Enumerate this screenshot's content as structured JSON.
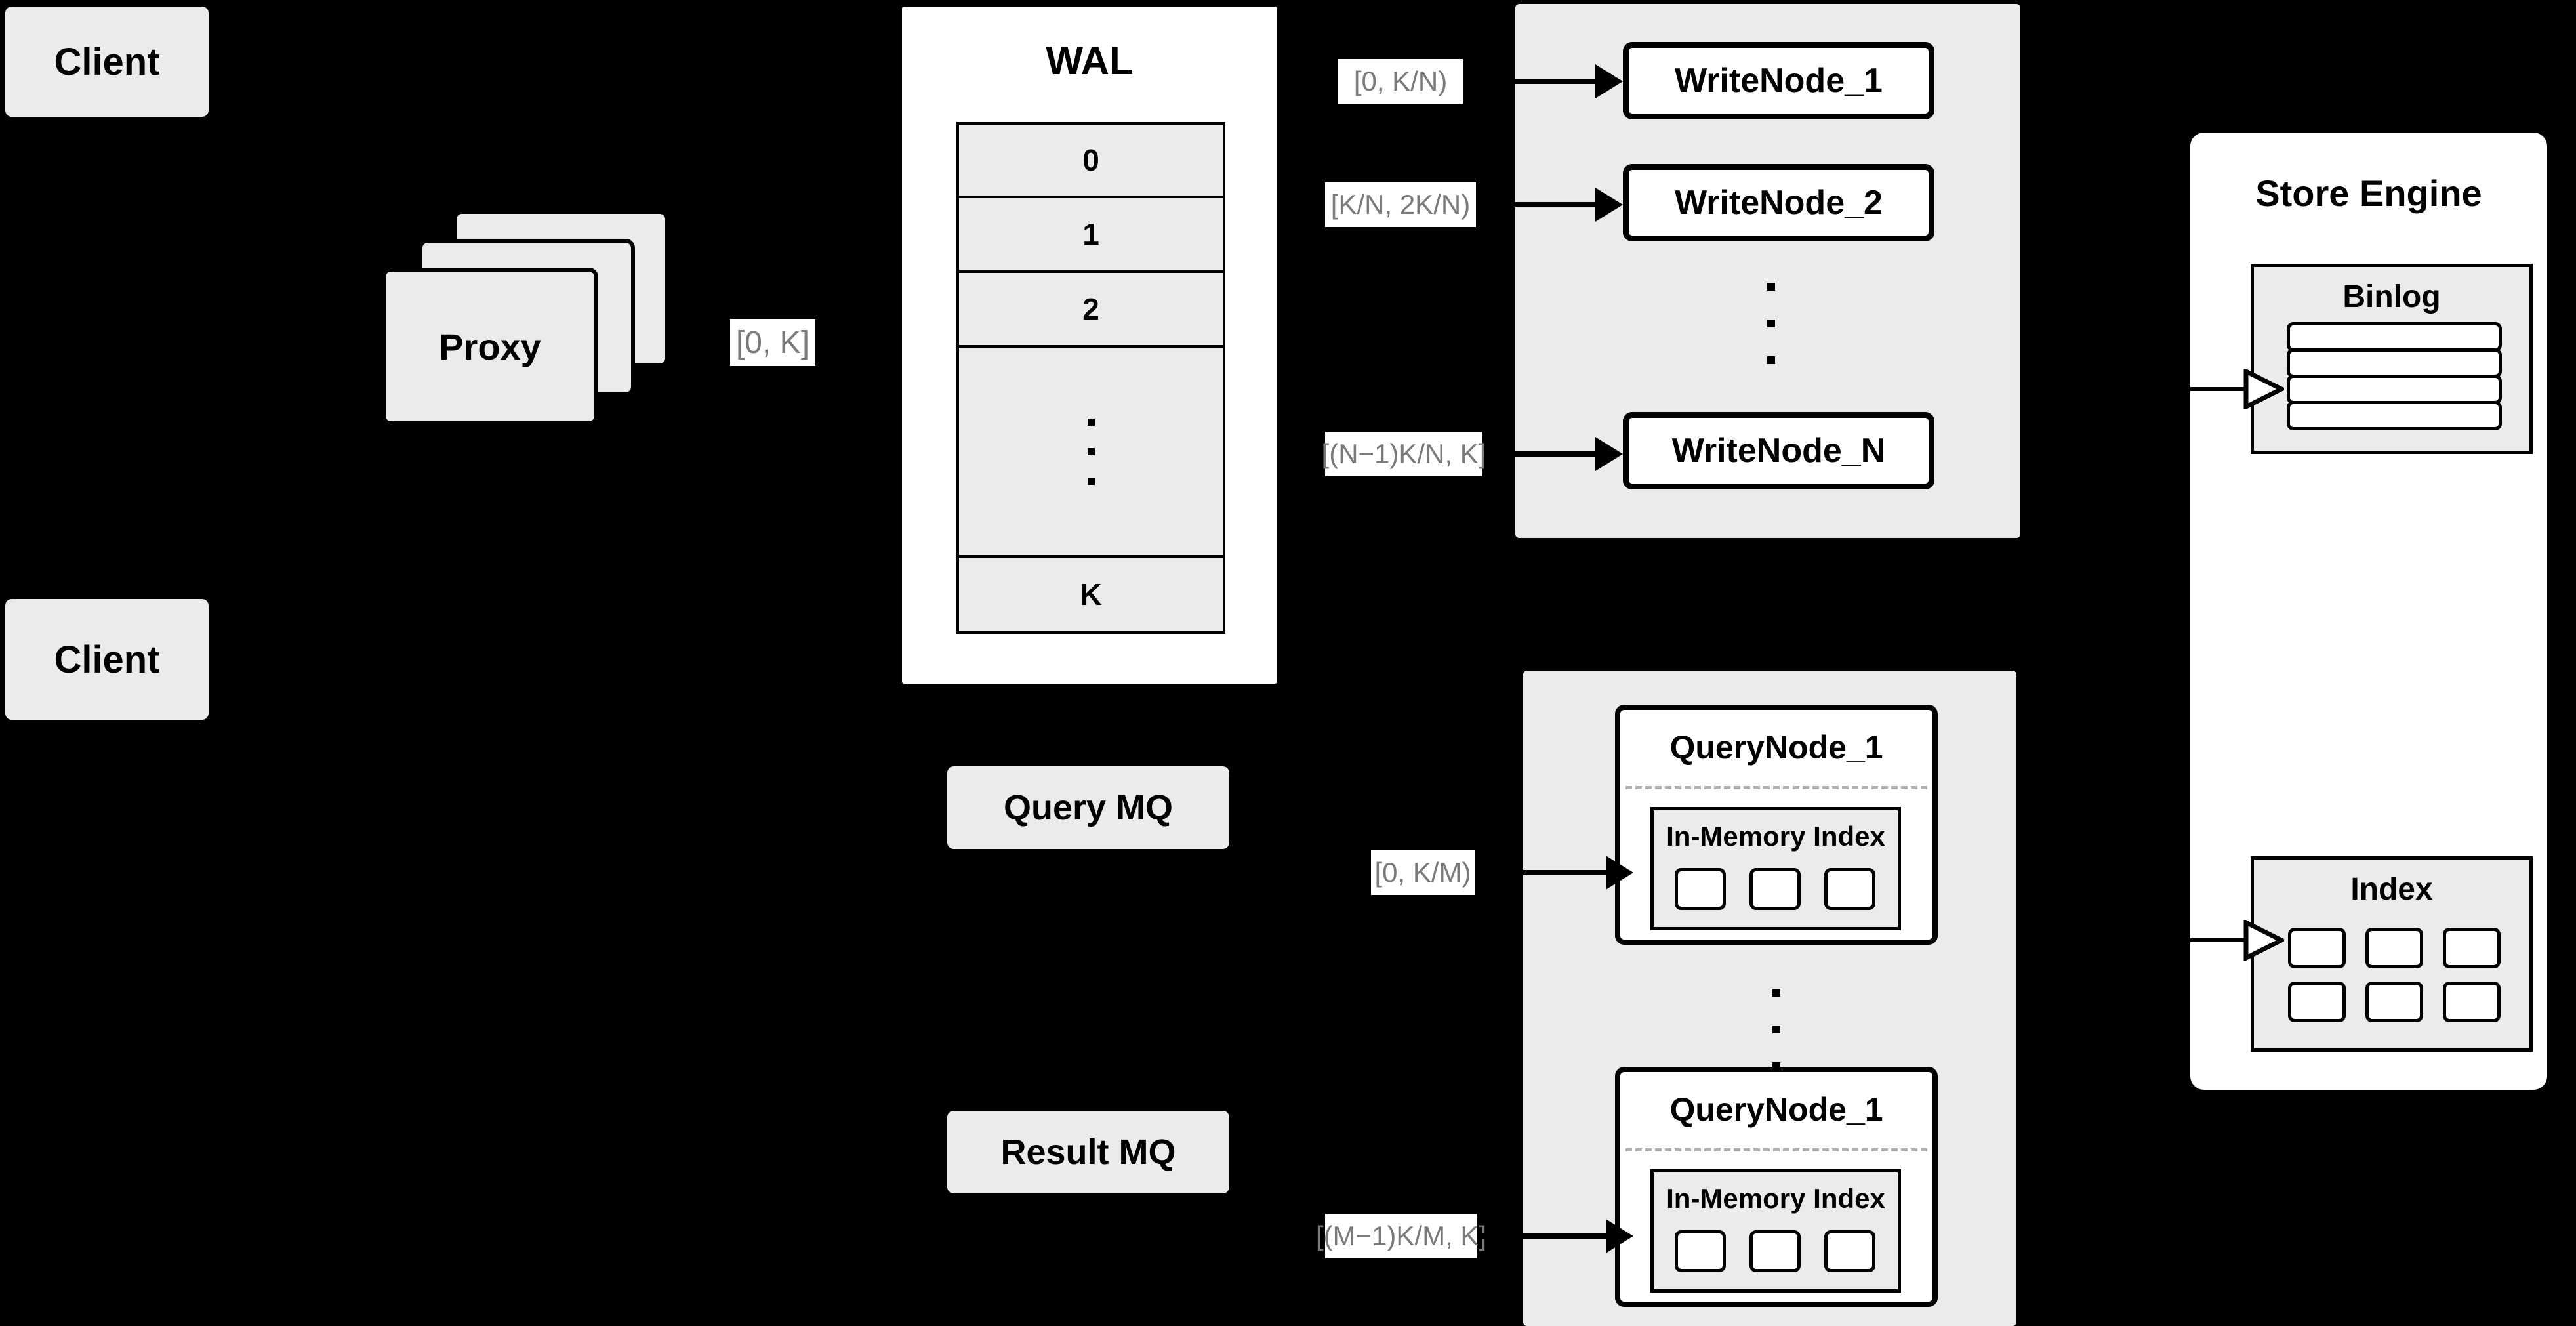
{
  "diagram": {
    "title": "Distributed Vector Database Write/Query Architecture",
    "background_color": "#000000",
    "panel_gray": "#ebebeb",
    "panel_white": "#ffffff",
    "stroke_color": "#000000",
    "label_text_color": "#7a7a7a"
  },
  "clients": [
    {
      "label": "Client"
    },
    {
      "label": "Client"
    }
  ],
  "proxy": {
    "label": "Proxy",
    "stack_count": 3,
    "output_range_label": "[0, K]"
  },
  "wal": {
    "title": "WAL",
    "rows": [
      "0",
      "1",
      "2"
    ],
    "ellipsis_dots": 3,
    "last_row": "K"
  },
  "write_nodes": {
    "group_label": "",
    "nodes": [
      {
        "label": "WriteNode_1",
        "range_label": "[0,  K/N)"
      },
      {
        "label": "WriteNode_2",
        "range_label": "[K/N, 2K/N)"
      },
      {
        "label": "WriteNode_N",
        "range_label": "[(N−1)K/N,  K]"
      }
    ],
    "ellipsis_dots": 3
  },
  "query_mq": {
    "label": "Query MQ"
  },
  "result_mq": {
    "label": "Result MQ"
  },
  "query_nodes": {
    "nodes": [
      {
        "label": "QueryNode_1",
        "range_label": "[0, K/M)",
        "index": {
          "title": "In-Memory Index",
          "cells": 3
        }
      },
      {
        "label": "QueryNode_1",
        "range_label": "[(M−1)K/M, K]",
        "index": {
          "title": "In-Memory Index",
          "cells": 3
        }
      }
    ],
    "ellipsis_dots": 3
  },
  "store_engine": {
    "title": "Store Engine",
    "binlog": {
      "title": "Binlog",
      "rows": 4
    },
    "index": {
      "title": "Index",
      "cells": 6,
      "columns": 3,
      "rows": 2
    }
  },
  "arrows": [
    {
      "name": "writenode-1-arrow",
      "style": "filled"
    },
    {
      "name": "writenode-2-arrow",
      "style": "filled"
    },
    {
      "name": "writenode-n-arrow",
      "style": "filled"
    },
    {
      "name": "querynode-1-arrow",
      "style": "filled"
    },
    {
      "name": "querynode-m-arrow",
      "style": "filled"
    },
    {
      "name": "binlog-arrow",
      "style": "open"
    },
    {
      "name": "index-arrow",
      "style": "open"
    }
  ]
}
